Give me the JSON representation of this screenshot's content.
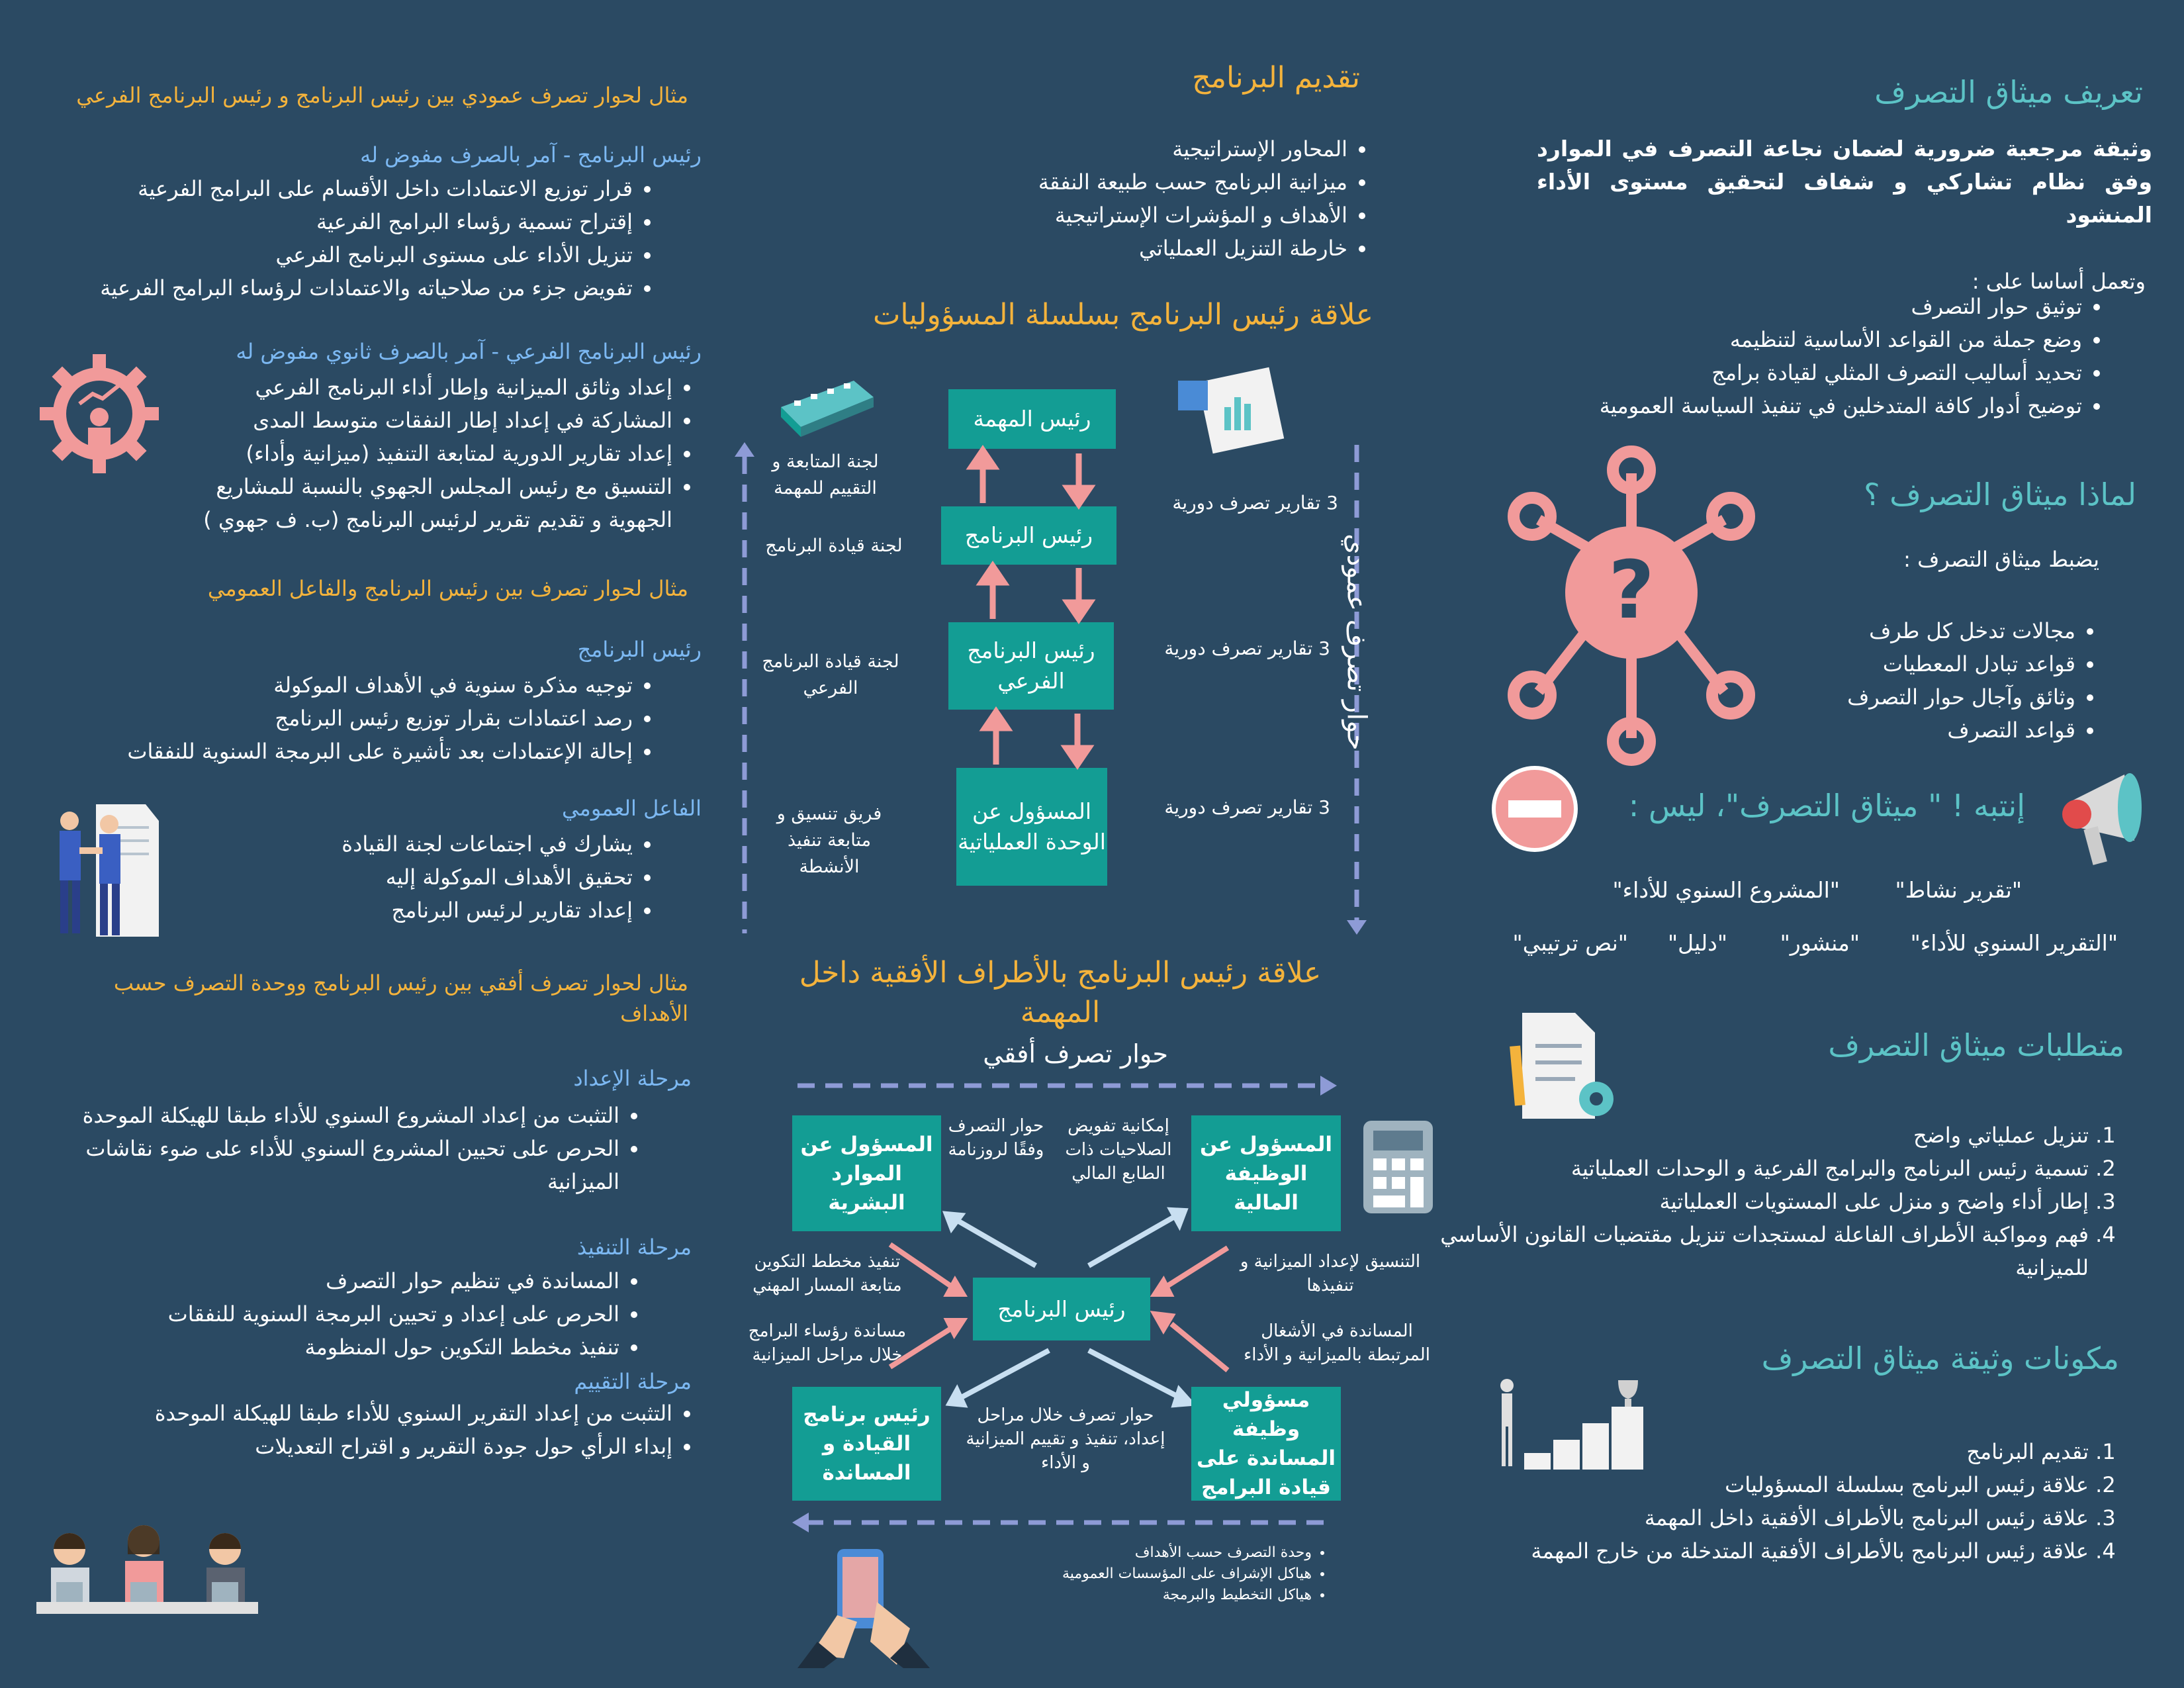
{
  "right": {
    "definition_title": "تعريف ميثاق التصرف",
    "definition_text": "وثيقة مرجعية ضرورية لضمان نجاعة التصرف في الموارد وفق نظام تشاركي و شفاف لتحقيق مستوى الأداء المنشود",
    "works_on_label": "وتعمل أساسا على :",
    "works_on_items": [
      "توثيق حوار التصرف",
      "وضع جملة من القواعد الأساسية لتنظيمه",
      "تحديد أساليب التصرف المثلي لقيادة برامج",
      "توضيح أدوار كافة المتدخلين في تنفيذ  السياسة العمومية"
    ],
    "why_title": "لماذا ميثاق التصرف ؟",
    "regulates_label": "يضبط ميثاق التصرف  :",
    "regulates_items": [
      "مجالات تدخل كل طرف",
      "قواعد تبادل المعطيات",
      "وثائق وآجال حوار التصرف",
      "قواعد التصرف"
    ],
    "attention_title": "إنتبه ! \" ميثاق التصرف\"، ليس :",
    "not_items_row1": [
      "\"تقرير نشاط\"",
      "\"المشروع السنوي للأداء\""
    ],
    "not_items_row2": [
      "\"التقرير السنوي للأداء\"",
      "\"منشور\"",
      "\"دليل\"",
      "\"نص ترتيبي\""
    ],
    "requirements_title": "متطلبات ميثاق التصرف",
    "requirements_items": [
      "تنزيل عملياتي  واضح",
      "تسمية رئيس البرنامج والبرامج الفرعية و الوحدات العملياتية",
      "إطار أداء واضح و منزل على المستويات العملياتية",
      "فهم ومواكبة الأطراف الفاعلة لمستجدات تنزيل مقتضيات القانون الأساسي  للميزانية"
    ],
    "components_title": "مكونات وثيقة ميثاق التصرف",
    "components_items": [
      "تقديم البرنامج",
      "علاقة رئيس البرنامج بسلسلة المسؤوليات",
      "علاقة رئيس البرنامج بالأطراف  الأفقية داخل المهمة",
      "علاقة رئيس البرنامج بالأطراف الأفقية المتدخلة من خارج المهمة"
    ]
  },
  "middle": {
    "program_title": "تقديم البرنامج",
    "program_items": [
      "المحاور الإستراتيجية",
      "ميزانية البرنامج حسب طبيعة النفقة",
      "الأهداف و المؤشرات الإستراتيجية",
      "خارطة التنزيل العملياتي"
    ],
    "chain_title": "علاقة رئيس البرنامج بسلسلة المسؤوليات",
    "chain_boxes": [
      "رئيس المهمة",
      "رئيس البرنامج",
      "رئيس البرنامج الفرعي",
      "المسؤول عن الوحدة العملياتية"
    ],
    "vertical_dialog": "حوار تصرف عمودي",
    "reports_label": "3 تقارير تصرف دورية",
    "committees": [
      "لجنة المتابعة و التقييم للمهمة",
      "لجنة قيادة البرنامج",
      "لجنة قيادة البرنامج الفرعي",
      "فريق تنسيق و متابعة تنفيذ الأنشطة"
    ],
    "horizontal_title": "علاقة رئيس البرنامج بالأطراف  الأفقية داخل المهمة",
    "horizontal_dialog": "حوار تصرف أفقي",
    "center_box": "رئيس البرنامج",
    "finance_box": "المسؤول عن الوظيفة المالية",
    "hr_box": "المسؤول عن الموارد البشرية",
    "support_box": "مسؤولي وظيفة المساندة على قيادة البرامج",
    "steer_box": "رئيس برنامج القيادة و المساندة",
    "finance_note": "إمكانية تفويض الصلاحيات ذات الطابع المالي",
    "hr_note": "حوار التصرف وفقًا لروزنامة",
    "fin_coord": "التنسيق لإعداد الميزانية و تنفيذها",
    "fin_support": "المساندة في الأشغال المرتبطة بالميزانية و الأداء",
    "hr_training": "تنفيذ مخطط التكوين متابعة المسار المهني",
    "hr_support": "مساندة رؤساء البرامج خلال مراحل الميزانية",
    "bottom_note": "حوار تصرف خلال مراحل إعداد، تنفيذ و تقييم  الميزانية و الأداء",
    "footnote_items": [
      "وحدة التصرف حسب الأهداف",
      "هياكل الإشراف  على المؤسسات العمومية",
      "هياكل التخطيط والبرمجة"
    ]
  },
  "left": {
    "example1_title": "مثال لحوار تصرف عمودي بين رئيس البرنامج  و رئيس البرنامج الفرعي",
    "pm_label": "رئيس البرنامج   - آمر بالصرف مفوض له",
    "pm_items": [
      "قرار توزيع الاعتمادات داخل الأقسام على البرامج الفرعية",
      "إقتراح تسمية رؤساء البرامج الفرعية",
      "تنزيل الأداء على مستوى البرنامج الفرعي",
      "تفويض جزء من صلاحياته والاعتمادات لرؤساء البرامج الفرعية"
    ],
    "spm_label": "رئيس البرنامج الفرعي   - آمر بالصرف ثانوي مفوض له",
    "spm_items": [
      "إعداد وثائق الميزانية وإطار أداء البرنامج الفرعي",
      "المشاركة في إعداد إطار النفقات متوسط المدى",
      "إعداد تقارير الدورية لمتابعة التنفيذ (ميزانية وأداء)",
      "التنسيق مع رئيس المجلس الجهوي  بالنسبة للمشاريع الجهوية و تقديم تقرير لرئيس البرنامج  (ب. ف جهوي )"
    ],
    "example2_title": "مثال لحوار تصرف بين رئيس البرنامج والفاعل العمومي",
    "pm2_label": "رئيس البرنامج",
    "pm2_items": [
      "توجيه مذكرة سنوية في الأهداف الموكولة",
      "رصد  اعتمادات بقرار توزيع رئيس البرنامج",
      "إحالة الإعتمادات بعد تأشيرة على البرمجة السنوية للنفقات"
    ],
    "actor_label": "الفاعل العمومي",
    "actor_items": [
      "يشارك في اجتماعات لجنة القيادة",
      "تحقيق الأهداف الموكولة إليه",
      "إعداد تقارير لرئيس البرنامج"
    ],
    "example3_title": "مثال لحوار تصرف أفقي  بين رئيس البرنامج ووحدة التصرف حسب الأهداف",
    "prep_label": "مرحلة الإعداد",
    "prep_items": [
      "التثبت من إعداد المشروع السنوي للأداء طبقا للهيكلة الموحدة",
      "الحرص على تحيين المشروع السنوي للأداء  على ضوء نقاشات الميزانية"
    ],
    "exec_label": "مرحلة التنفيذ",
    "exec_items": [
      "المساندة في تنظيم حوار التصرف",
      "الحرص على إعداد و تحيين البرمجة السنوية للنفقات",
      "تنفيذ مخطط التكوين حول المنظومة"
    ],
    "eval_label": "مرحلة التقييم",
    "eval_items": [
      "التثبت من إعداد التقرير السنوي للأداء  طبقا للهيكلة الموحدة",
      "إبداء الرأي حول جودة التقرير و اقتراح التعديلات"
    ]
  },
  "colors": {
    "background": "#2b4a63",
    "teal": "#5cc3c6",
    "orange": "#f4b33c",
    "blue": "#7cb8f2",
    "box": "#139d94",
    "pink": "#f19a9a",
    "dash": "#8e9bd6"
  }
}
